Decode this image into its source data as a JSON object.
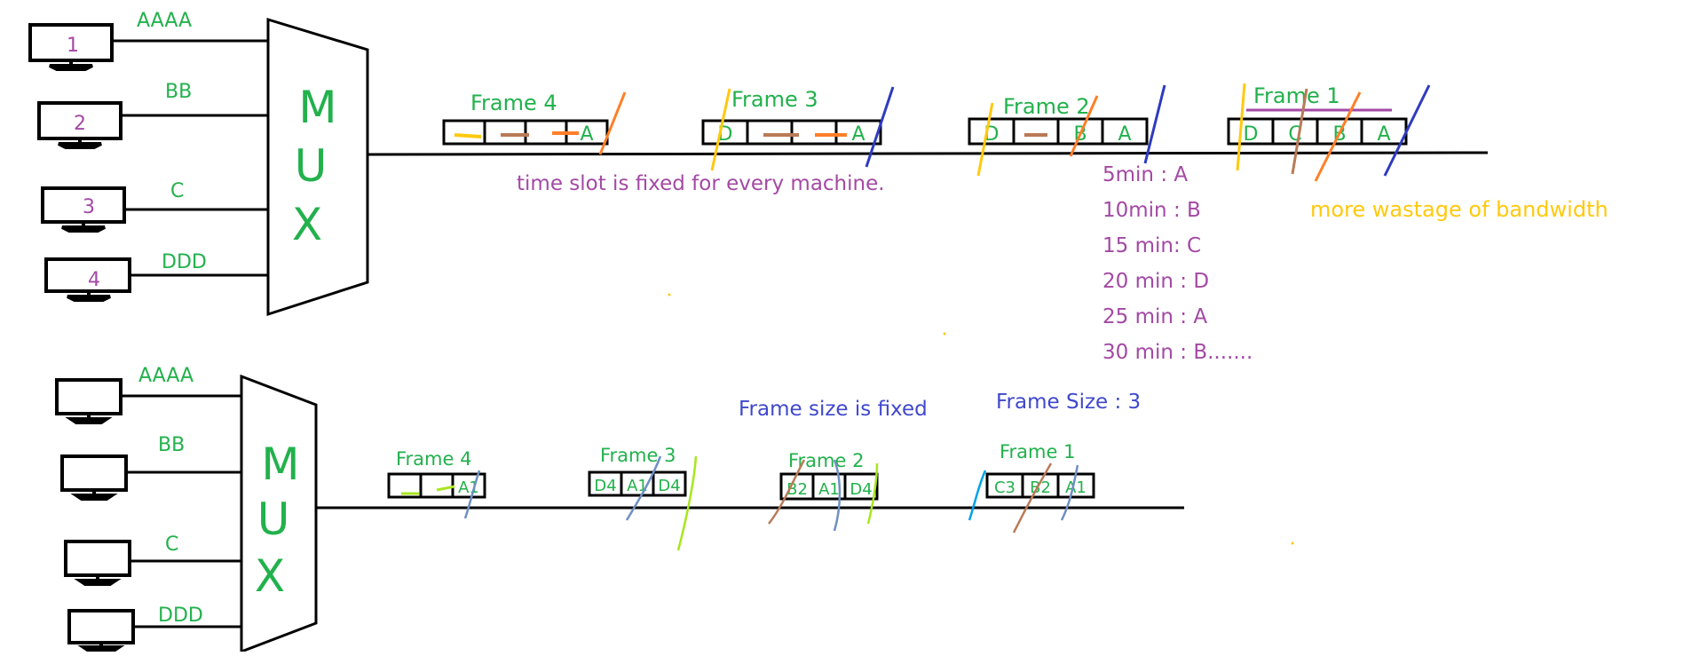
{
  "colors": {
    "green": "#22b14c",
    "purple": "#a349a4",
    "blue": "#3f48cc",
    "yellow": "#ffc90e",
    "orange": "#ff7f27",
    "brown": "#b97a57",
    "navy": "#2f3bbf",
    "lime": "#a8e61d",
    "steel": "#6f8fc4",
    "cyan": "#00a2e8",
    "black": "#000000"
  },
  "top": {
    "sources": [
      {
        "label": "AAAA",
        "screen_mark": "1"
      },
      {
        "label": "BB",
        "screen_mark": "2"
      },
      {
        "label": "C",
        "screen_mark": "3"
      },
      {
        "label": "DDD",
        "screen_mark": "4"
      }
    ],
    "mux_letters": [
      "M",
      "U",
      "X"
    ],
    "frames": [
      {
        "title": "Frame 4",
        "slots": [
          "",
          "",
          "",
          "A"
        ]
      },
      {
        "title": "Frame 3",
        "slots": [
          "D",
          "",
          "",
          "A"
        ]
      },
      {
        "title": "Frame 2",
        "slots": [
          "D",
          "",
          "B",
          "A"
        ]
      },
      {
        "title": "Frame 1",
        "slots": [
          "D",
          "C",
          "B",
          "A"
        ]
      }
    ],
    "note": "time slot is fixed for every machine.",
    "schedule": [
      "5min : A",
      "10min : B",
      "15 min: C",
      "20 min : D",
      "25 min : A",
      "30 min : B......."
    ],
    "wastage_note": "more wastage of bandwidth"
  },
  "bottom": {
    "sources": [
      {
        "label": "AAAA"
      },
      {
        "label": "BB"
      },
      {
        "label": "C"
      },
      {
        "label": "DDD"
      }
    ],
    "mux_letters": [
      "M",
      "U",
      "X"
    ],
    "frames": [
      {
        "title": "Frame 4",
        "slots": [
          "",
          "",
          "A1"
        ]
      },
      {
        "title": "Frame 3",
        "slots": [
          "D4",
          "A1",
          "D4"
        ]
      },
      {
        "title": "Frame 2",
        "slots": [
          "B2",
          "A1",
          "D4"
        ]
      },
      {
        "title": "Frame 1",
        "slots": [
          "C3",
          "B2",
          "A1"
        ]
      }
    ],
    "frame_size_note": "Frame size is fixed",
    "frame_size_value": "Frame Size : 3"
  }
}
